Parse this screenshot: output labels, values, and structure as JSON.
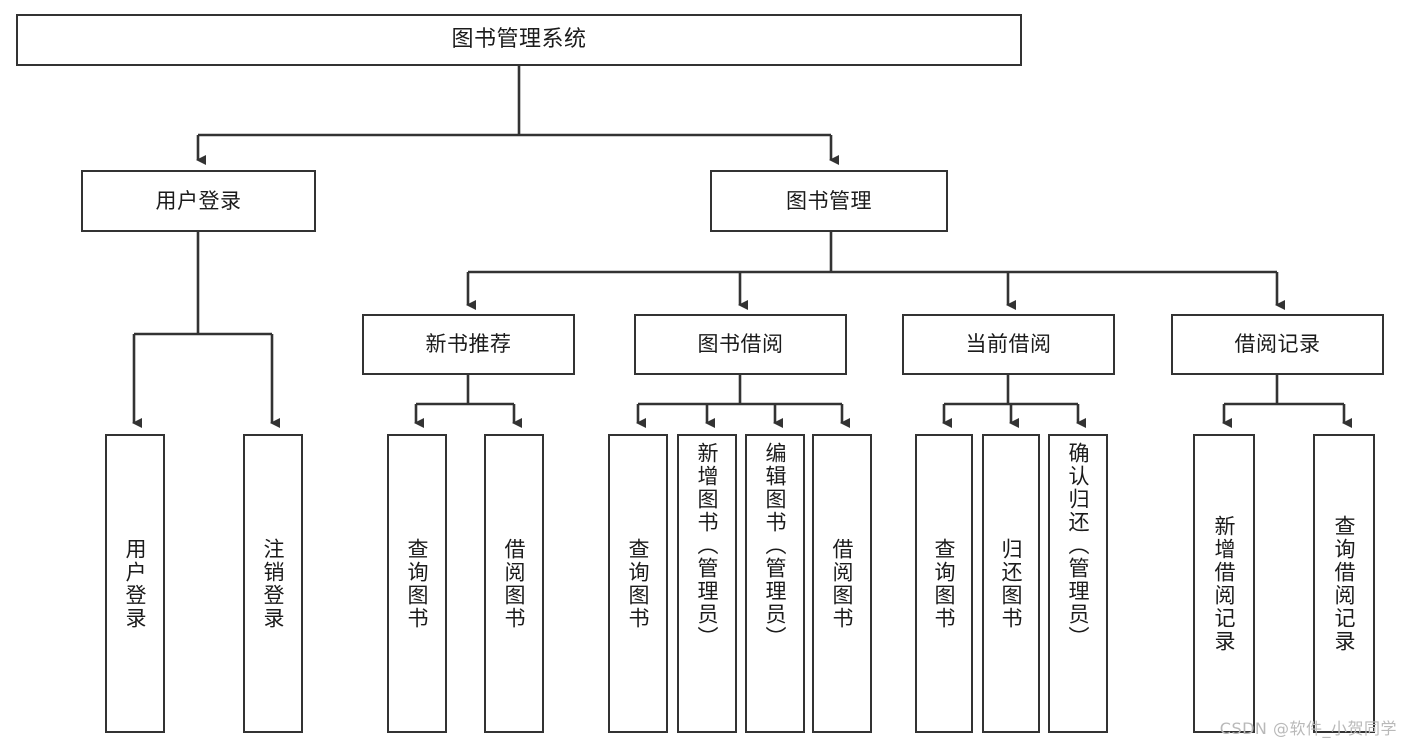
{
  "diagram": {
    "title": "图书管理系统",
    "watermark": "CSDN @软件_小贺同学",
    "colors": {
      "stroke": "#333333",
      "fill": "#ffffff",
      "text": "#1b1b1b",
      "watermark": "#b9b9b9"
    },
    "nodes": {
      "root": {
        "label": "图书管理系统"
      },
      "level2": [
        {
          "id": "user-login",
          "label": "用户登录"
        },
        {
          "id": "book-manage",
          "label": "图书管理"
        }
      ],
      "level3": [
        {
          "id": "new-book-recommend",
          "label": "新书推荐"
        },
        {
          "id": "book-borrow",
          "label": "图书借阅"
        },
        {
          "id": "current-borrow",
          "label": "当前借阅"
        },
        {
          "id": "borrow-record",
          "label": "借阅记录"
        }
      ],
      "leaves": {
        "user_login": [
          {
            "id": "leaf-user-login",
            "label": "用户登录"
          },
          {
            "id": "leaf-logout-login",
            "label": "注销登录"
          }
        ],
        "new_book_recommend": [
          {
            "id": "leaf-query-book-1",
            "label": "查询图书"
          },
          {
            "id": "leaf-borrow-book-1",
            "label": "借阅图书"
          }
        ],
        "book_borrow": [
          {
            "id": "leaf-query-book-2",
            "label": "查询图书"
          },
          {
            "id": "leaf-add-book",
            "label": "新增图书（管理员）"
          },
          {
            "id": "leaf-edit-book",
            "label": "编辑图书（管理员）"
          },
          {
            "id": "leaf-borrow-book-2",
            "label": "借阅图书"
          }
        ],
        "current_borrow": [
          {
            "id": "leaf-query-book-3",
            "label": "查询图书"
          },
          {
            "id": "leaf-return-book",
            "label": "归还图书"
          },
          {
            "id": "leaf-confirm-return",
            "label": "确认归还（管理员）"
          }
        ],
        "borrow_record": [
          {
            "id": "leaf-add-record",
            "label": "新增借阅记录"
          },
          {
            "id": "leaf-query-record",
            "label": "查询借阅记录"
          }
        ]
      }
    }
  }
}
